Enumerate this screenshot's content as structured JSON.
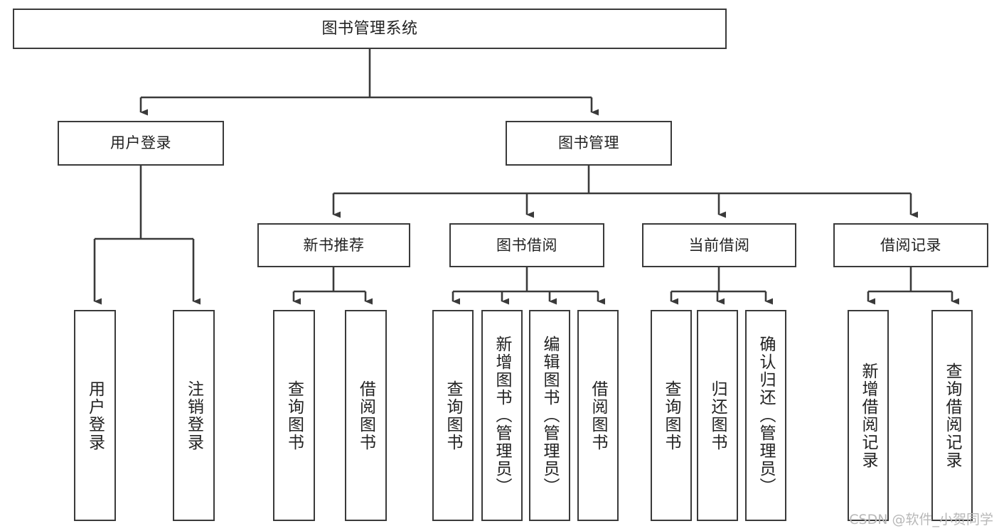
{
  "diagram": {
    "title": "图书管理系统",
    "type": "hierarchy-tree",
    "root": {
      "id": "root",
      "label": "图书管理系统"
    },
    "level2": [
      {
        "id": "user-login",
        "label": "用户登录"
      },
      {
        "id": "book-management",
        "label": "图书管理"
      }
    ],
    "level3": [
      {
        "id": "new-book-recommend",
        "label": "新书推荐",
        "parent": "book-management"
      },
      {
        "id": "book-borrow",
        "label": "图书借阅",
        "parent": "book-management"
      },
      {
        "id": "current-borrow",
        "label": "当前借阅",
        "parent": "book-management"
      },
      {
        "id": "borrow-record",
        "label": "借阅记录",
        "parent": "book-management"
      }
    ],
    "leaves": {
      "user_login": [
        {
          "id": "leaf-user-login",
          "label": "用户登录"
        },
        {
          "id": "leaf-logout-login",
          "label": "注销登录"
        }
      ],
      "new_book_recommend": [
        {
          "id": "leaf-query-book-1",
          "label": "查询图书"
        },
        {
          "id": "leaf-borrow-book-1",
          "label": "借阅图书"
        }
      ],
      "book_borrow": [
        {
          "id": "leaf-query-book-2",
          "label": "查询图书"
        },
        {
          "id": "leaf-add-book",
          "label": "新增图书（管理员）"
        },
        {
          "id": "leaf-edit-book",
          "label": "编辑图书（管理员）"
        },
        {
          "id": "leaf-borrow-book-2",
          "label": "借阅图书"
        }
      ],
      "current_borrow": [
        {
          "id": "leaf-query-book-3",
          "label": "查询图书"
        },
        {
          "id": "leaf-return-book",
          "label": "归还图书"
        },
        {
          "id": "leaf-confirm-return",
          "label": "确认归还（管理员）"
        }
      ],
      "borrow_record": [
        {
          "id": "leaf-add-record",
          "label": "新增借阅记录"
        },
        {
          "id": "leaf-query-record",
          "label": "查询借阅记录"
        }
      ]
    }
  },
  "watermark": {
    "text": "CSDN @软件_小贺同学"
  },
  "colors": {
    "box_border": "#3a3a3a",
    "line": "#3a3a3a",
    "background": "#ffffff",
    "text": "#222222",
    "watermark": "#b8b8b8"
  }
}
